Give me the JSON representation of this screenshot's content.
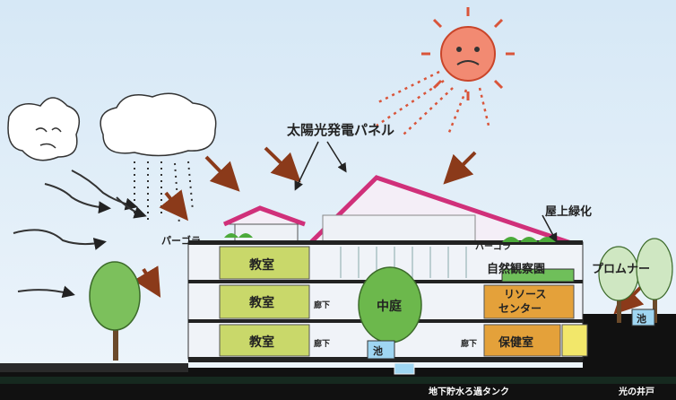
{
  "labels": {
    "solar_panel": "太陽光発電パネル",
    "pergola_left": "パーゴラ",
    "pergola_right": "パーゴラ",
    "roof_greening": "屋上緑化",
    "nature_room": "自然観察園",
    "promenade": "プロムナー",
    "classroom_1": "教室",
    "classroom_2": "教室",
    "classroom_3": "教室",
    "corridor_1": "廊下",
    "corridor_2": "廊下",
    "corridor_3": "廊下",
    "courtyard": "中庭",
    "pond_left": "池",
    "pond_right": "池",
    "resource_center_1": "リソース",
    "resource_center_2": "センター",
    "health_room": "保健室",
    "underground_tank": "地下貯水ろ過タンク",
    "light_well": "光の井戸"
  },
  "colors": {
    "sky": "#dbe9f4",
    "roof": "#d0307a",
    "classroom_fill": "#c9d86a",
    "resource_fill": "#e4a13a",
    "ground": "#111111",
    "arrow": "#a0522d",
    "sun": "#f08070"
  }
}
